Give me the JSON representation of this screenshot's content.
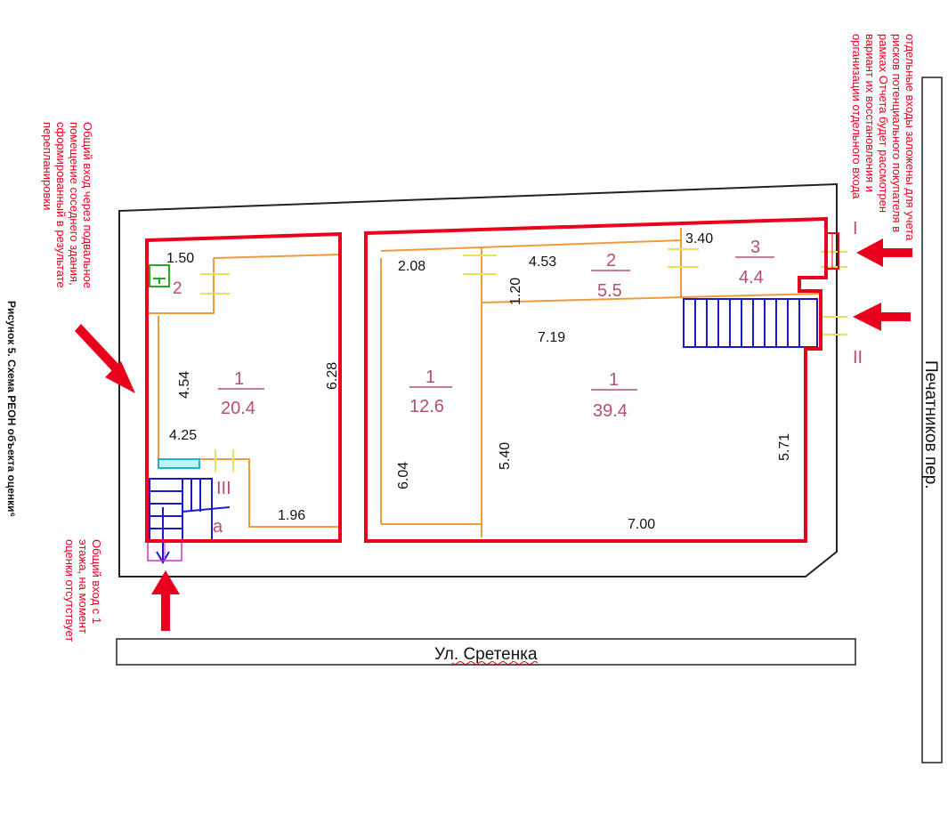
{
  "notes": {
    "separate_entrances": "отдельные входы заложены для учета рисков потенциального покупателя в рамках Отчета будет рассмотрен вариант их восстановления и организации отдельного входа",
    "common_basement_entrance": "Общий вход через подвальное помещение соседнего здания, сформированный в результате перепланировки",
    "common_ground_entrance": "Общий вход с 1 этажа, на момент оценки отсутствует"
  },
  "caption": "Рисунок 5. Схема РЕОН объекта оценки⁶",
  "streets": {
    "sretenka": "Ул. Сретенка",
    "pechatnikov": "Печатников пер."
  },
  "entrance_labels": {
    "one": "I",
    "two": "II",
    "three": "III",
    "a": "а"
  },
  "rooms": {
    "left_1_num": "1",
    "left_1_area": "20.4",
    "left_2_num": "2",
    "mid_1_num": "1",
    "mid_1_area": "12.6",
    "big_1_num": "1",
    "big_1_area": "39.4",
    "r2_num": "2",
    "r2_area": "5.5",
    "r3_num": "3",
    "r3_area": "4.4"
  },
  "dimensions": {
    "d150": "1.50",
    "d454": "4.54",
    "d628": "6.28",
    "d425": "4.25",
    "d196": "1.96",
    "d208": "2.08",
    "d453": "4.53",
    "d120": "1.20",
    "d340": "3.40",
    "d719": "7.19",
    "d604": "6.04",
    "d540": "5.40",
    "d571": "5.71",
    "d700": "7.00"
  },
  "colors": {
    "note_red": "#e8001c",
    "wall_red": "#e8001c",
    "orange": "#f09a3c",
    "stair_blue": "#1a1acd",
    "room_label": "#b4506e"
  }
}
